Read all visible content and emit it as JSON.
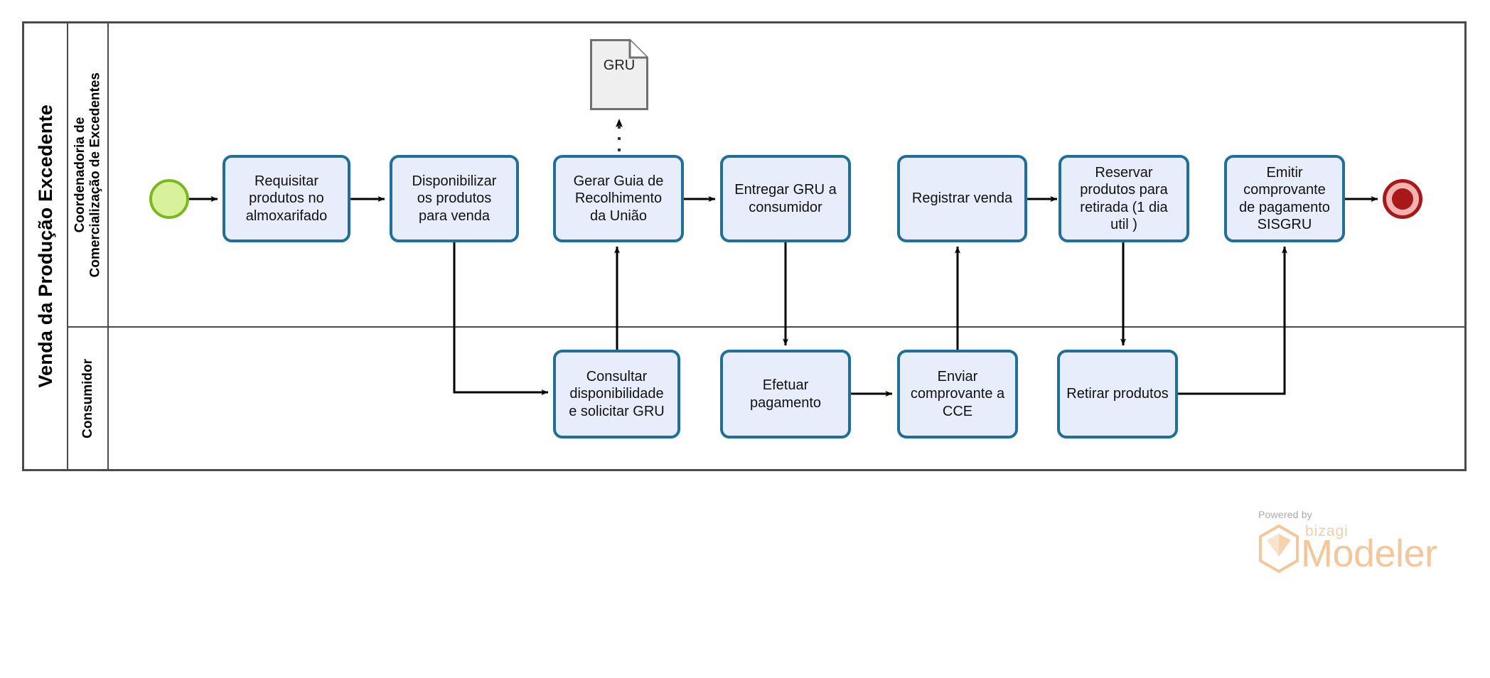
{
  "diagram": {
    "type": "bpmn-process-diagram",
    "pool": {
      "name": "Venda da Produção Excedente"
    },
    "lanes": [
      {
        "id": "lane-cce",
        "name": "Coordenadoria de\nComercialização de Excedentes"
      },
      {
        "id": "lane-consumidor",
        "name": "Consumidor"
      }
    ],
    "events": [
      {
        "id": "start-event",
        "type": "start",
        "lane": "lane-cce",
        "label": ""
      },
      {
        "id": "end-event",
        "type": "end",
        "lane": "lane-cce",
        "label": ""
      }
    ],
    "tasks": [
      {
        "id": "task-requisitar",
        "lane": "lane-cce",
        "label": "Requisitar\nprodutos no\nalmoxarifado"
      },
      {
        "id": "task-disponibilizar",
        "lane": "lane-cce",
        "label": "Disponibilizar\nos produtos\npara venda"
      },
      {
        "id": "task-gerar-gru",
        "lane": "lane-cce",
        "label": "Gerar Guia de\nRecolhimento\nda  União"
      },
      {
        "id": "task-entregar-gru",
        "lane": "lane-cce",
        "label": "Entregar GRU a\nconsumidor"
      },
      {
        "id": "task-registrar-venda",
        "lane": "lane-cce",
        "label": "Registrar venda"
      },
      {
        "id": "task-reservar",
        "lane": "lane-cce",
        "label": "Reservar\nprodutos para\nretirada (1 dia\nutil )"
      },
      {
        "id": "task-emitir-comprovante",
        "lane": "lane-cce",
        "label": "Emitir\ncomprovante\nde pagamento\nSISGRU"
      },
      {
        "id": "task-consultar",
        "lane": "lane-consumidor",
        "label": "Consultar\ndisponibilidade\ne solicitar GRU"
      },
      {
        "id": "task-efetuar-pagamento",
        "lane": "lane-consumidor",
        "label": "Efetuar\npagamento"
      },
      {
        "id": "task-enviar-comprovante",
        "lane": "lane-consumidor",
        "label": "Enviar\ncomprovante a\nCCE"
      },
      {
        "id": "task-retirar-produtos",
        "lane": "lane-consumidor",
        "label": "Retirar produtos"
      }
    ],
    "data_objects": [
      {
        "id": "data-object-gru",
        "label": "GRU"
      }
    ],
    "colors": {
      "task_fill": "#e8edfb",
      "task_border": "#1f6f99",
      "start_fill": "#d7f29a",
      "start_border": "#7bb71f",
      "end_fill": "#f4b3b3",
      "end_border": "#a81818",
      "pool_border": "#4a4a4a",
      "data_object_fill": "#efefef",
      "data_object_border": "#707070",
      "brand_orange": "#f3c79b",
      "powered_gray": "#a9a9a9"
    }
  },
  "watermark": {
    "powered_by": "Powered by",
    "brand": "bizagi",
    "product": "Modeler"
  }
}
